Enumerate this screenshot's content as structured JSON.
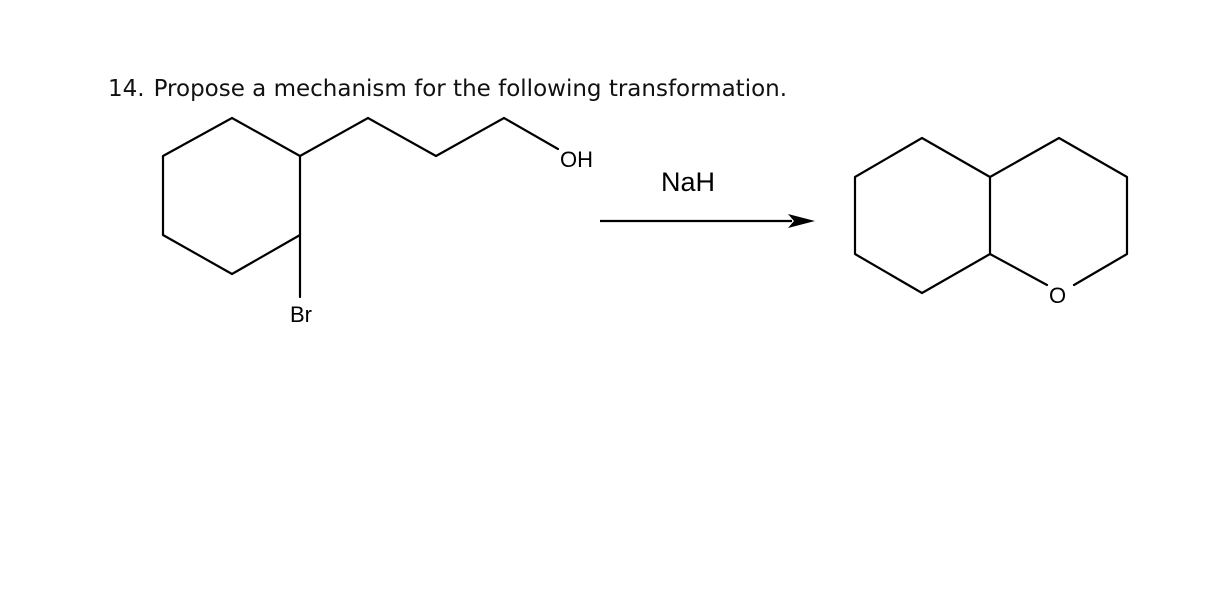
{
  "question": {
    "number": "14.",
    "text": "Propose a mechanism for the following transformation."
  },
  "reactant": {
    "atoms": {
      "hydroxyl": "OH",
      "bromine": "Br"
    }
  },
  "reaction": {
    "reagent": "NaH"
  },
  "product": {
    "atoms": {
      "ring_oxygen": "O"
    }
  },
  "colors": {
    "ink": "#000000",
    "background": "#ffffff"
  }
}
